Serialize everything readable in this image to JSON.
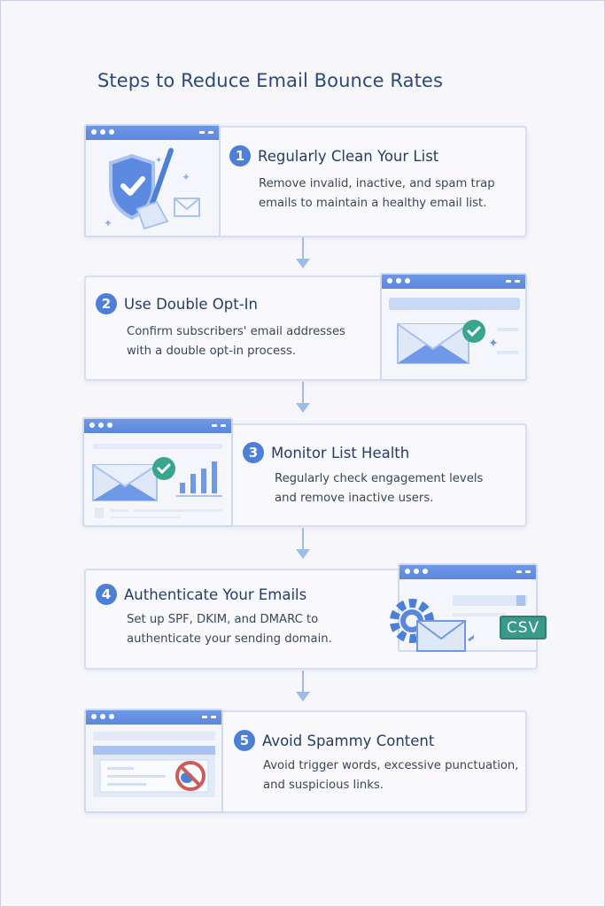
{
  "title": "Steps to Reduce Email Bounce Rates",
  "steps": [
    {
      "number": "1",
      "title": "Regularly Clean Your List",
      "description_lines": [
        "Remove invalid, inactive, and spam trap",
        "emails to maintain a healthy email list."
      ],
      "illustration": "shield-broom-envelope"
    },
    {
      "number": "2",
      "title": "Use Double Opt-In",
      "description_lines": [
        "Confirm subscribers' email addresses",
        "with a double opt-in process."
      ],
      "illustration": "envelope-check"
    },
    {
      "number": "3",
      "title": "Monitor List Health",
      "description_lines": [
        "Regularly check engagement levels",
        "and remove inactive users."
      ],
      "illustration": "envelope-check-bar-chart"
    },
    {
      "number": "4",
      "title": "Authenticate Your Emails",
      "description_lines": [
        "Set up SPF, DKIM, and DMARC to",
        "authenticate your sending domain."
      ],
      "illustration": "gear-envelope-csv",
      "badge": "CSV"
    },
    {
      "number": "5",
      "title": "Avoid Spammy Content",
      "description_lines": [
        "Avoid trigger words, excessive punctuation,",
        "and suspicious links."
      ],
      "illustration": "prohibited-content"
    }
  ],
  "colors": {
    "accent": "#4b7fd8",
    "title": "#2c4a78",
    "check": "#3aa58f",
    "prohibit": "#d05a5a"
  }
}
